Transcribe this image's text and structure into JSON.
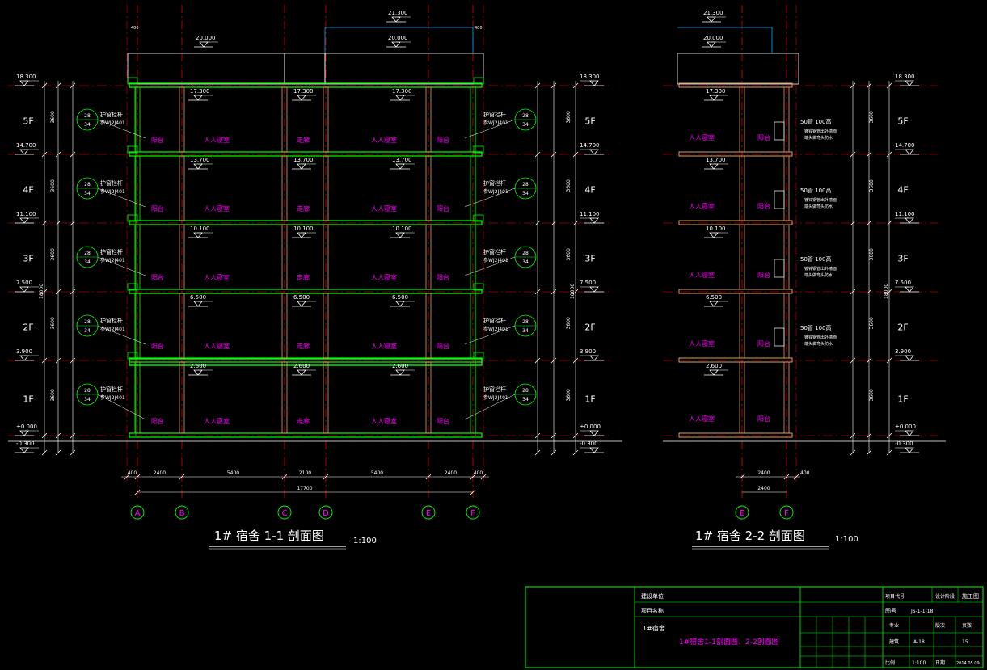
{
  "section_1_1": {
    "title": "1# 宿舍  1-1 剖面图",
    "scale": "1:100",
    "floors": [
      "5F",
      "4F",
      "3F",
      "2F",
      "1F"
    ],
    "elevations": [
      "18.300",
      "14.700",
      "11.100",
      "7.500",
      "3.900",
      "±0.000",
      "-0.300"
    ],
    "top_elevations": [
      "21.300",
      "20.000",
      "20.000"
    ],
    "slab_marks": [
      [
        "17.300",
        "17.300",
        "17.300"
      ],
      [
        "13.700",
        "13.700",
        "13.700"
      ],
      [
        "10.100",
        "10.100",
        "10.100"
      ],
      [
        "6.500",
        "6.500",
        "6.500"
      ],
      [
        "2.600",
        "2.600",
        "2.600"
      ]
    ],
    "room_labels": [
      "阳台",
      "人人寝室",
      "走廊",
      "人人寝室",
      "阳台"
    ],
    "railing_note": [
      "护窗栏杆",
      "参WJ2J401"
    ],
    "callout": [
      "28",
      "34"
    ],
    "axes": [
      "A",
      "B",
      "C",
      "D",
      "E",
      "F"
    ],
    "spacings": [
      "400",
      "2400",
      "5400",
      "2100",
      "5400",
      "2400",
      "400"
    ],
    "total": "17700",
    "floor_heights": "3600",
    "overall_height": "18000"
  },
  "section_2_2": {
    "title": "1# 宿舍  2-2 剖面图",
    "scale": "1:100",
    "floors": [
      "5F",
      "4F",
      "3F",
      "2F",
      "1F"
    ],
    "elevations": [
      "18.300",
      "14.700",
      "11.100",
      "7.500",
      "3.900",
      "±0.000",
      "-0.300"
    ],
    "top_elevations": [
      "21.300",
      "20.000"
    ],
    "slab_marks": [
      "17.300",
      "13.700",
      "10.100",
      "6.500",
      "2.600"
    ],
    "room_labels": [
      "人人寝室",
      "阳台"
    ],
    "pipe_note": [
      "50管 100高",
      "镀锌钢管出外墙面",
      "端头做弯头防水"
    ],
    "axes": [
      "E",
      "F"
    ],
    "spacings": [
      "2400",
      "400"
    ],
    "total": "2400"
  },
  "title_block": {
    "project_label": "建设单位",
    "item_label": "项目名称",
    "drawing_num_label": "项目代号",
    "stage_label": "设计阶段",
    "stage": "施工图",
    "sheet_label": "图号",
    "sheet": "JS-1-1-18",
    "building": "1#宿舍",
    "drawing_name": "1#宿舍1-1剖面图、2-2剖面图",
    "specialty_label": "专业",
    "specialty": "建筑",
    "version_label": "版次",
    "version": "A-18",
    "sheets_label": "页数",
    "sheets": "15",
    "scale_label": "比例",
    "scale": "1:100",
    "date_label": "日期",
    "date": "2014.05.09"
  },
  "colors": {
    "background": "#000000",
    "wall": "#00ff00",
    "dim": "#ffffff",
    "axis": "#ff0000",
    "room_label": "#ff00ff",
    "brick": "#d9a066",
    "roof": "#00aaff",
    "frame": "#00ff00"
  }
}
